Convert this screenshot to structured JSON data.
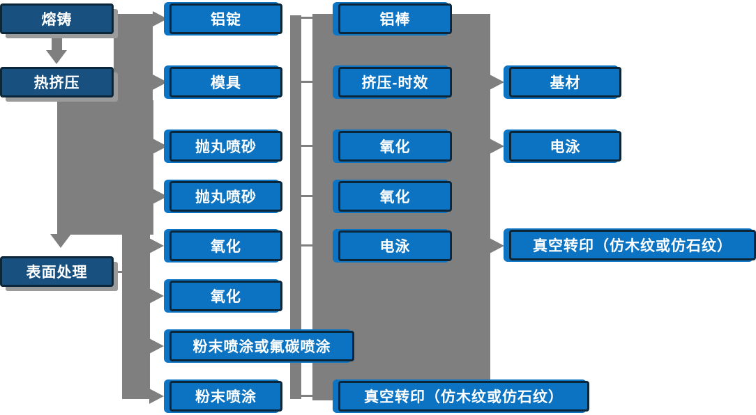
{
  "diagram_type": "flowchart",
  "nodes": {
    "col1": [
      "熔铸",
      "热挤压",
      "表面处理"
    ],
    "col2": [
      "铝锭",
      "模具",
      "抛丸喷砂",
      "抛丸喷砂",
      "氧化",
      "氧化",
      "粉末喷涂或氟碳喷涂",
      "粉末喷涂"
    ],
    "col3": [
      "铝棒",
      "挤压-时效",
      "氧化",
      "氧化",
      "电泳",
      "真空转印（仿木纹或仿石纹）"
    ],
    "col4": [
      "基材",
      "电泳",
      "真空转印（仿木纹或仿石纹）"
    ]
  },
  "colors": {
    "box_bright_fill": "#0b73c2",
    "box_dark_fill": "#18517f",
    "box_border": "#0c2639",
    "connector_gray": "#7f7f7f",
    "shadow_gray": "#9b9b9b",
    "text": "#ffffff",
    "background": "#ffffff"
  }
}
